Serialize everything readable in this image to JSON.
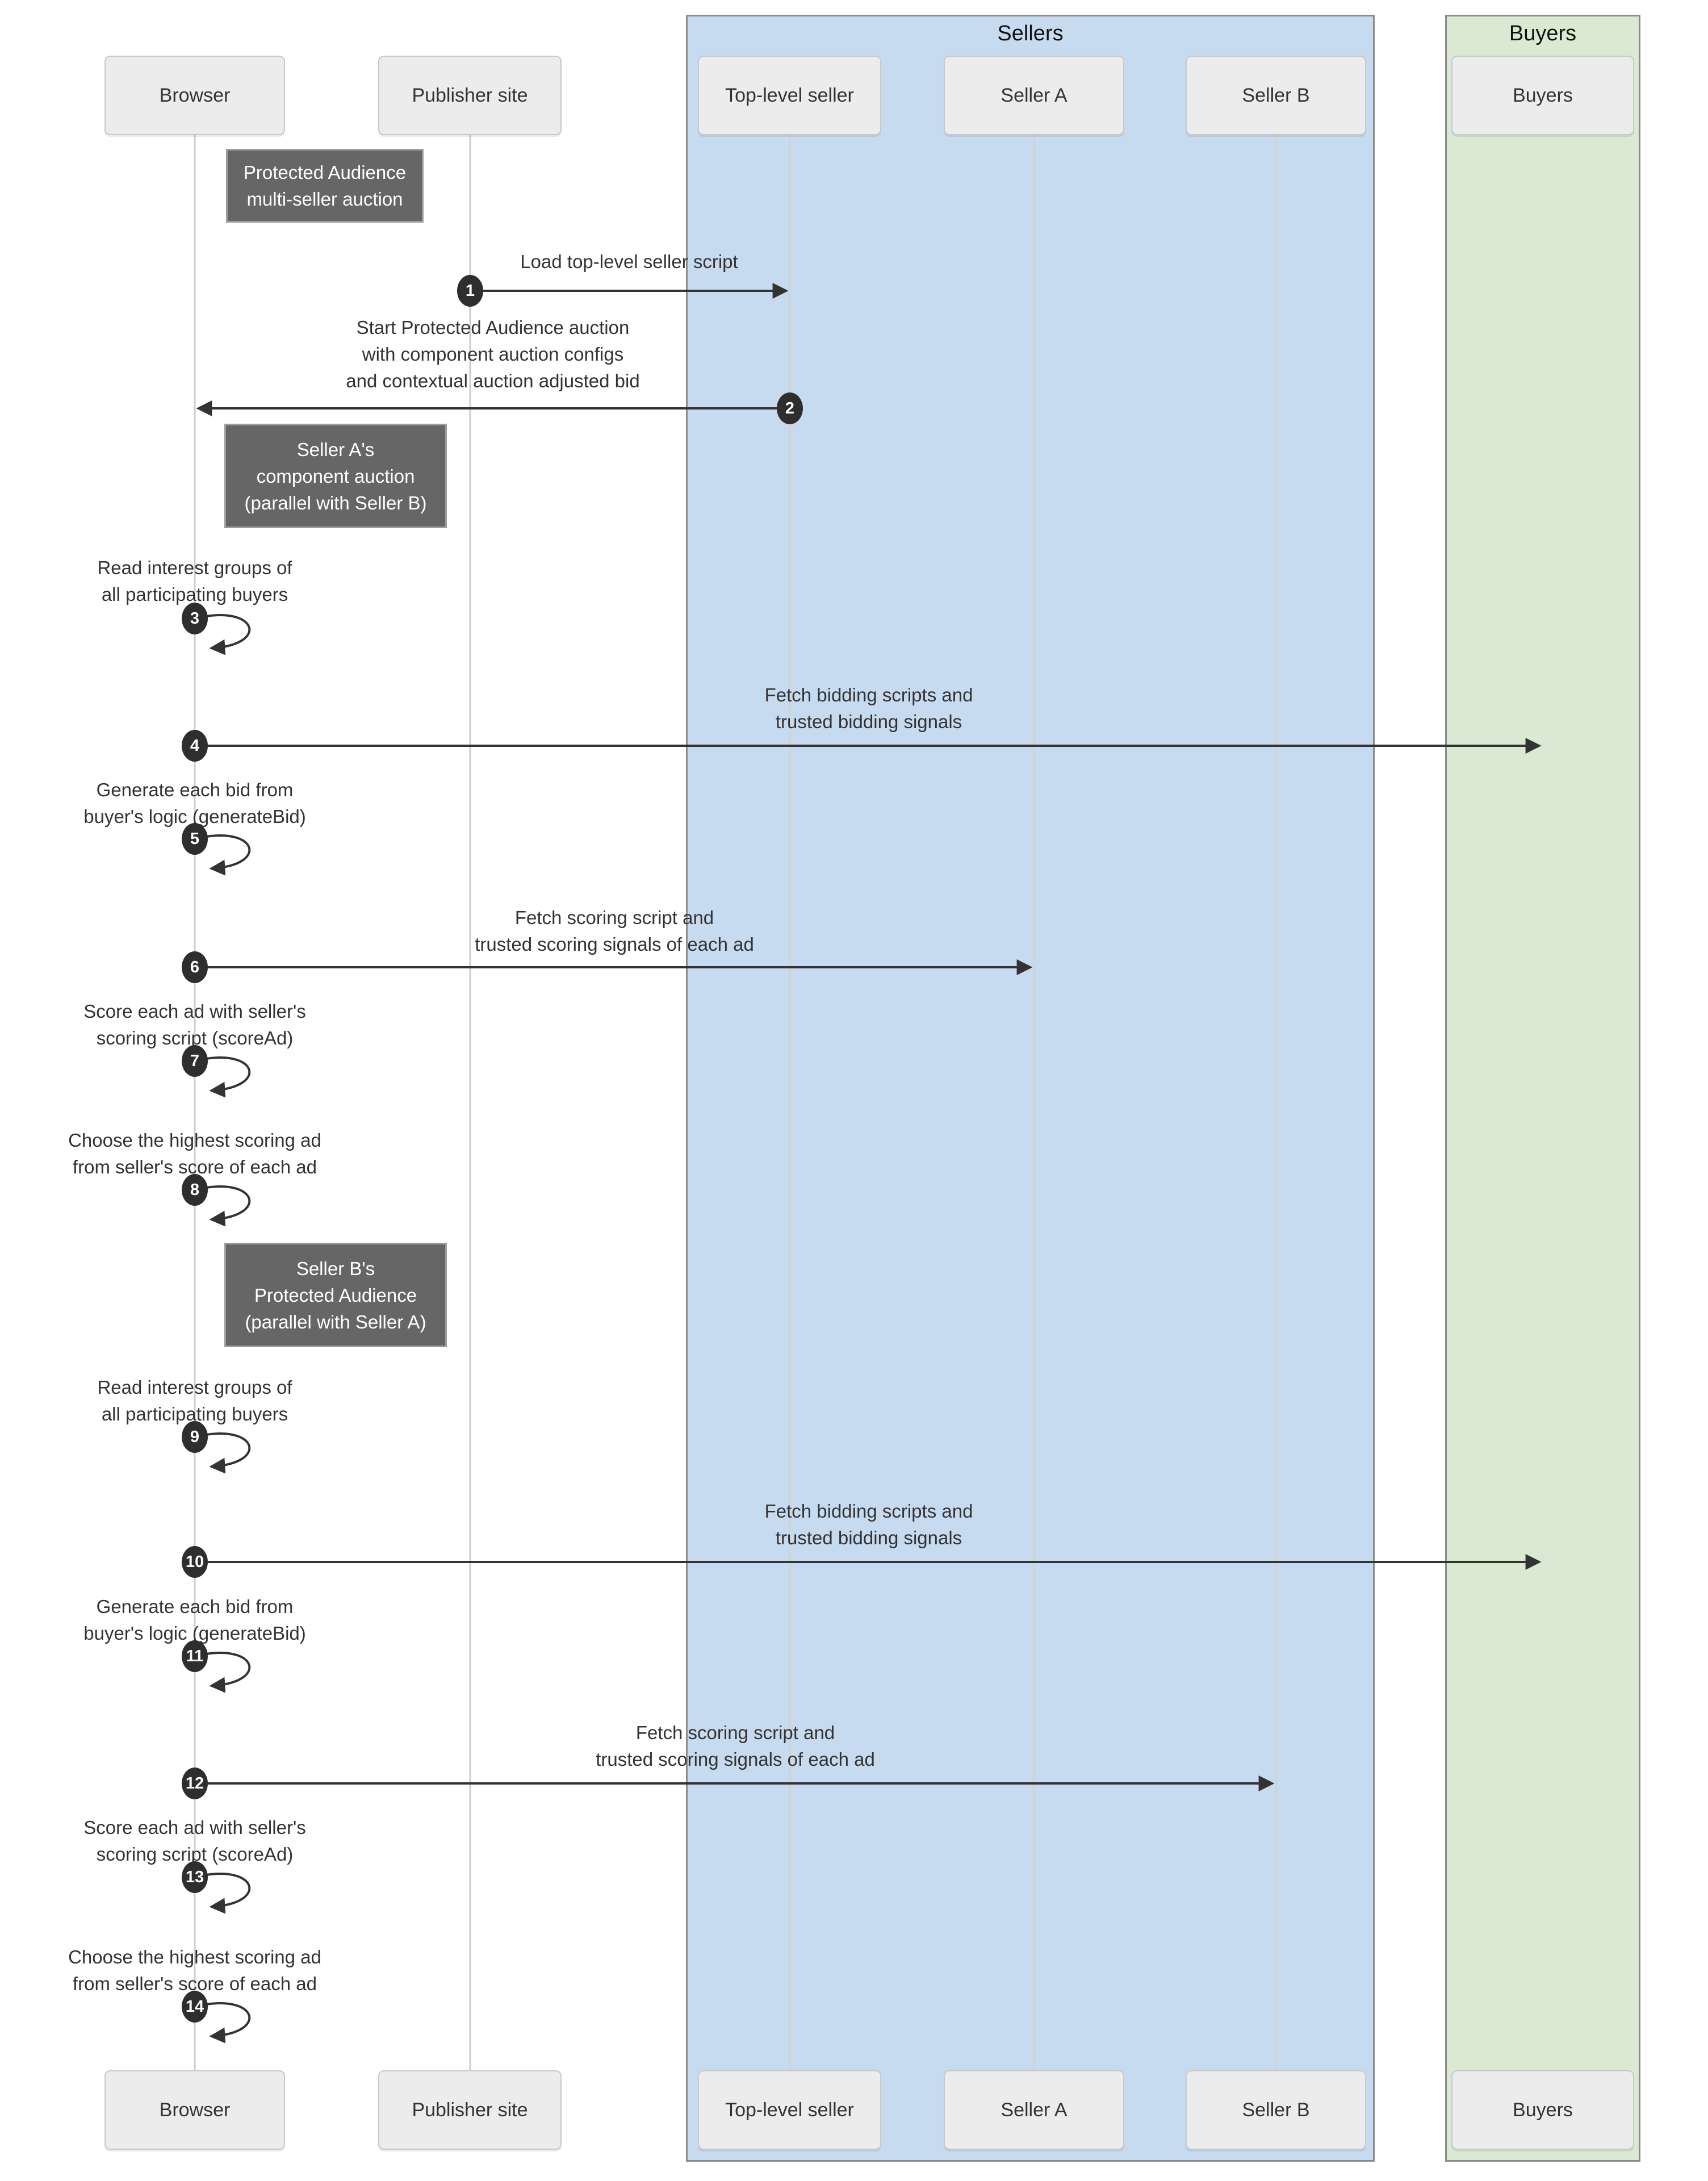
{
  "groups": {
    "sellers": {
      "title": "Sellers",
      "bg": "#c7dbf0"
    },
    "buyers": {
      "title": "Buyers",
      "bg": "#daead2"
    }
  },
  "participants": [
    {
      "label": "Browser"
    },
    {
      "label": "Publisher site"
    },
    {
      "label": "Top-level seller"
    },
    {
      "label": "Seller A"
    },
    {
      "label": "Seller B"
    },
    {
      "label": "Buyers"
    }
  ],
  "notes": [
    {
      "text": "Protected Audience\nmulti-seller auction"
    },
    {
      "text": "Seller A's\ncomponent auction\n(parallel with Seller B)"
    },
    {
      "text": "Seller B's\nProtected Audience\n(parallel with Seller A)"
    }
  ],
  "messages": [
    {
      "num": "1",
      "from": "Publisher site",
      "to": "Top-level seller",
      "text": "Load top-level seller script"
    },
    {
      "num": "2",
      "from": "Top-level seller",
      "to": "Browser",
      "text": "Start Protected Audience auction\nwith component auction configs\nand contextual auction adjusted bid"
    },
    {
      "num": "3",
      "from": "Browser",
      "to": "Browser",
      "text": "Read interest groups of\nall participating buyers"
    },
    {
      "num": "4",
      "from": "Browser",
      "to": "Buyers",
      "text": "Fetch bidding scripts and\ntrusted bidding signals"
    },
    {
      "num": "5",
      "from": "Browser",
      "to": "Browser",
      "text": "Generate each bid from\nbuyer's logic (generateBid)"
    },
    {
      "num": "6",
      "from": "Browser",
      "to": "Seller A",
      "text": "Fetch scoring script and\ntrusted scoring signals of each ad"
    },
    {
      "num": "7",
      "from": "Browser",
      "to": "Browser",
      "text": "Score each ad with seller's\nscoring script (scoreAd)"
    },
    {
      "num": "8",
      "from": "Browser",
      "to": "Browser",
      "text": "Choose the highest scoring ad\nfrom seller's score of each ad"
    },
    {
      "num": "9",
      "from": "Browser",
      "to": "Browser",
      "text": "Read interest groups of\nall participating buyers"
    },
    {
      "num": "10",
      "from": "Browser",
      "to": "Buyers",
      "text": "Fetch bidding scripts and\ntrusted bidding signals"
    },
    {
      "num": "11",
      "from": "Browser",
      "to": "Browser",
      "text": "Generate each bid from\nbuyer's logic (generateBid)"
    },
    {
      "num": "12",
      "from": "Browser",
      "to": "Seller B",
      "text": "Fetch scoring script and\ntrusted scoring signals of each ad"
    },
    {
      "num": "13",
      "from": "Browser",
      "to": "Browser",
      "text": "Score each ad with seller's\nscoring script (scoreAd)"
    },
    {
      "num": "14",
      "from": "Browser",
      "to": "Browser",
      "text": "Choose the highest scoring ad\nfrom seller's score of each ad"
    }
  ],
  "colors": {
    "sellers_bg": "#c7dbf0",
    "buyers_bg": "#daead2",
    "note_bg": "#666666",
    "participant_bg": "#ececec",
    "arrow": "#333333",
    "lifeline": "#cdcdcd"
  }
}
